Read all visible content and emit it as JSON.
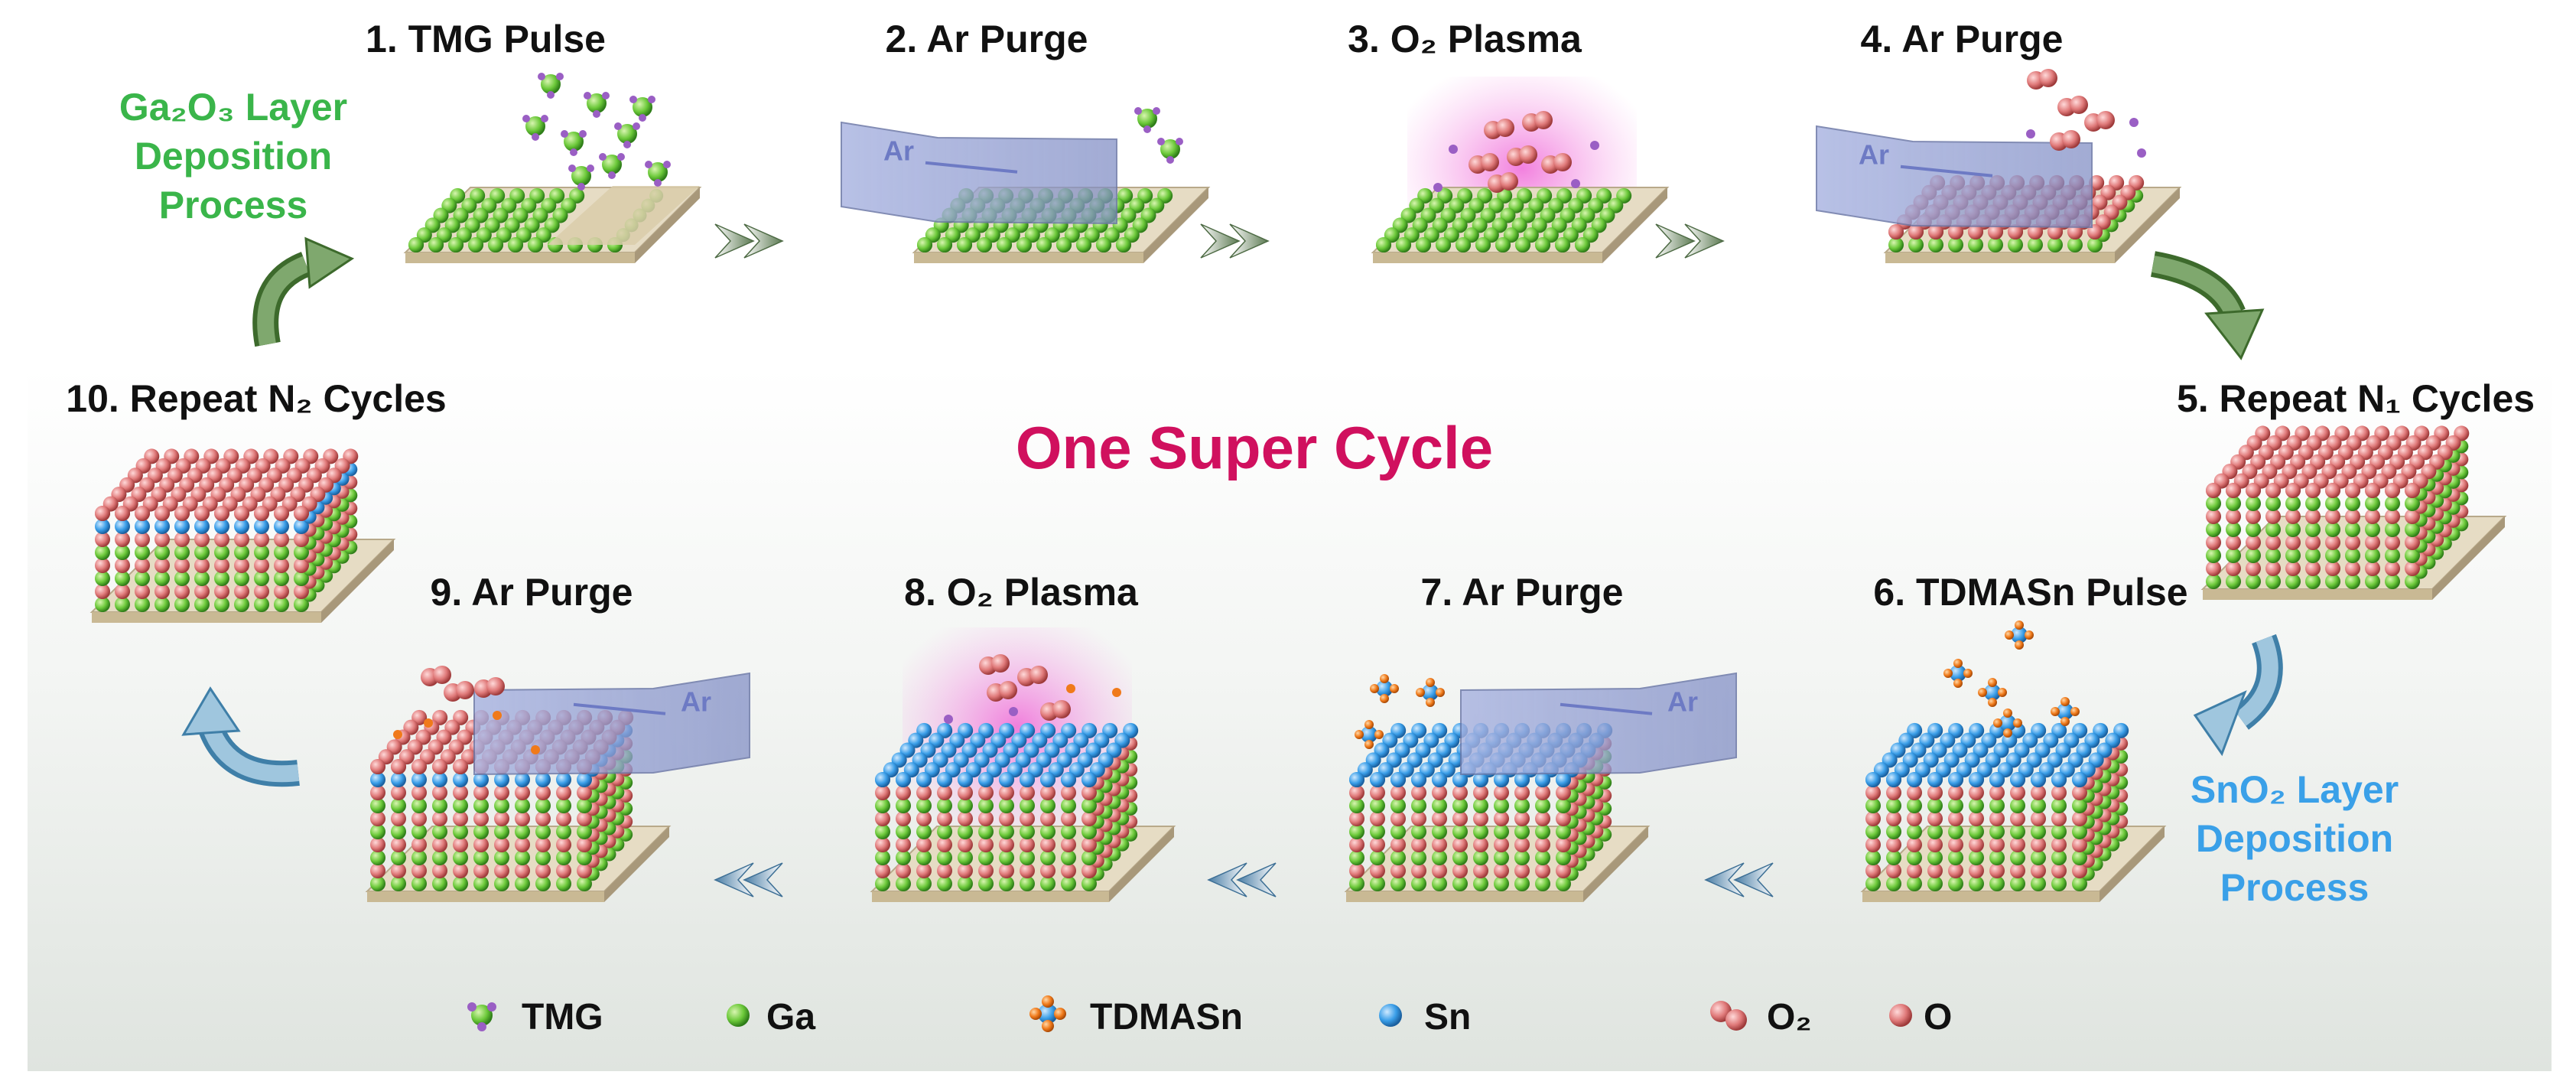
{
  "steps": [
    {
      "label": "1. TMG Pulse"
    },
    {
      "label": "2. Ar Purge"
    },
    {
      "label": "3. O₂ Plasma"
    },
    {
      "label": "4. Ar Purge"
    },
    {
      "label": "5. Repeat N₁ Cycles"
    },
    {
      "label": "6. TDMASn Pulse"
    },
    {
      "label": "7. Ar Purge"
    },
    {
      "label": "8. O₂ Plasma"
    },
    {
      "label": "9. Ar Purge"
    },
    {
      "label": "10. Repeat N₂ Cycles"
    }
  ],
  "processes": {
    "ga2o3": {
      "line1": "Ga₂O₃ Layer",
      "line2": "Deposition",
      "line3": "Process",
      "color": "#3ab54a"
    },
    "sno2": {
      "line1": "SnO₂ Layer",
      "line2": "Deposition",
      "line3": "Process",
      "color": "#3aa0e8"
    }
  },
  "center_title": {
    "text": "One Super Cycle",
    "color": "#d0105e"
  },
  "ar_label": "Ar",
  "legend": [
    {
      "label": "TMG",
      "icon": "tmg-molecule-icon"
    },
    {
      "label": "Ga",
      "icon": "ga-atom-icon"
    },
    {
      "label": "TDMASn",
      "icon": "tdmasn-molecule-icon"
    },
    {
      "label": "Sn",
      "icon": "sn-atom-icon"
    },
    {
      "label": "O₂",
      "icon": "o2-molecule-icon"
    },
    {
      "label": "O",
      "icon": "o-atom-icon"
    }
  ],
  "colors": {
    "ga": "#6cc93a",
    "sn": "#3a9ee8",
    "o": "#e07a7a",
    "substrate": "#d9cdb2",
    "plasma": "#f07ad8",
    "ar_sheet": "#8f9ccc",
    "arrow_green": "#4f7a3a",
    "arrow_blue": "#4a8fb8"
  }
}
